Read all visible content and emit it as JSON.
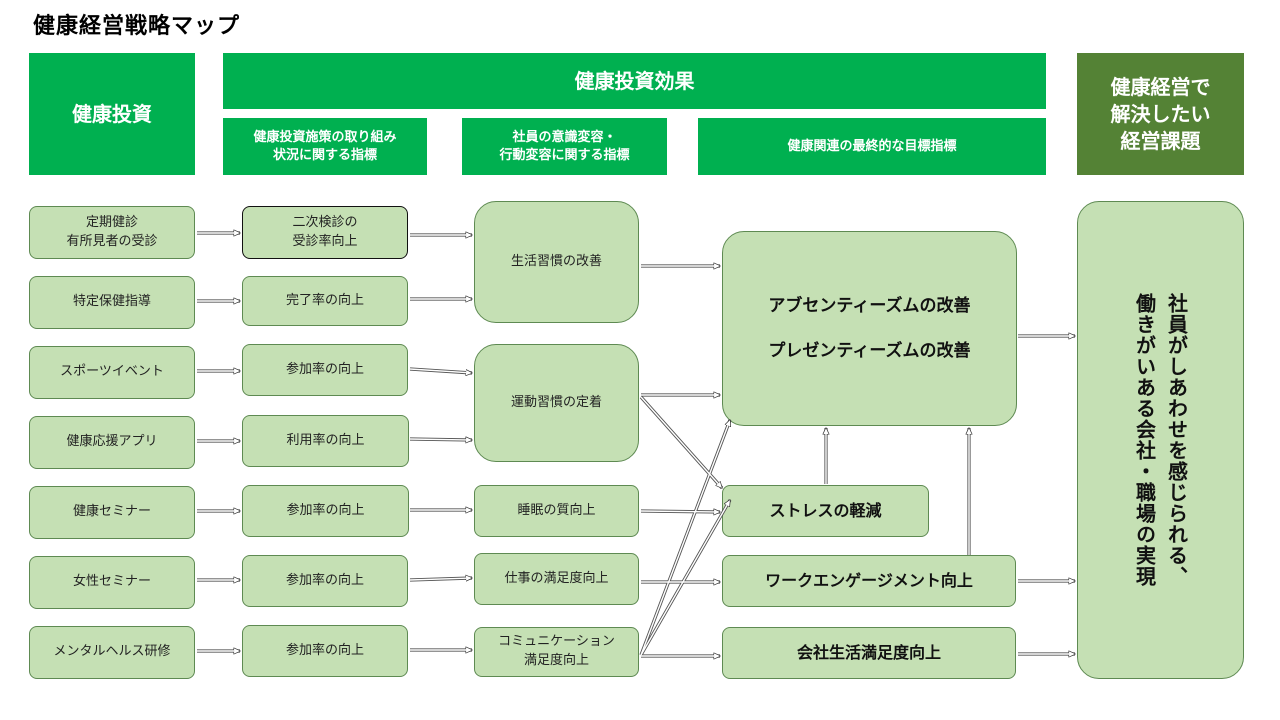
{
  "title": "健康経営戦略マップ",
  "headers": {
    "investment": "健康投資",
    "effect": "健康投資効果",
    "effect_sub": [
      "健康投資施策の取り組み\n状況に関する指標",
      "社員の意識変容・\n行動変容に関する指標",
      "健康関連の最終的な目標指標"
    ],
    "issue": "健康経営で\n解決したい\n経営課題"
  },
  "investments": [
    "定期健診\n有所見者の受診",
    "特定保健指導",
    "スポーツイベント",
    "健康応援アプリ",
    "健康セミナー",
    "女性セミナー",
    "メンタルヘルス研修"
  ],
  "indicators": [
    "二次検診の\n受診率向上",
    "完了率の向上",
    "参加率の向上",
    "利用率の向上",
    "参加率の向上",
    "参加率の向上",
    "参加率の向上"
  ],
  "behaviors": [
    "生活習慣の改善",
    "運動習慣の定着",
    "睡眠の質向上",
    "仕事の満足度向上",
    "コミュニケーション\n満足度向上"
  ],
  "goals": {
    "main": "アブセンティーズムの改善\nプレゼンティーズムの改善",
    "stress": "ストレスの軽減",
    "engagement": "ワークエンゲージメント向上",
    "satisfaction": "会社生活満足度向上"
  },
  "final_goal": "社員がしあわせを感じられる、\n働きがいある会社・職場の実現",
  "colors": {
    "header_green": "#00b050",
    "header_olive": "#548235",
    "box_fill": "#c5e0b4",
    "box_border": "#5e8a52"
  }
}
